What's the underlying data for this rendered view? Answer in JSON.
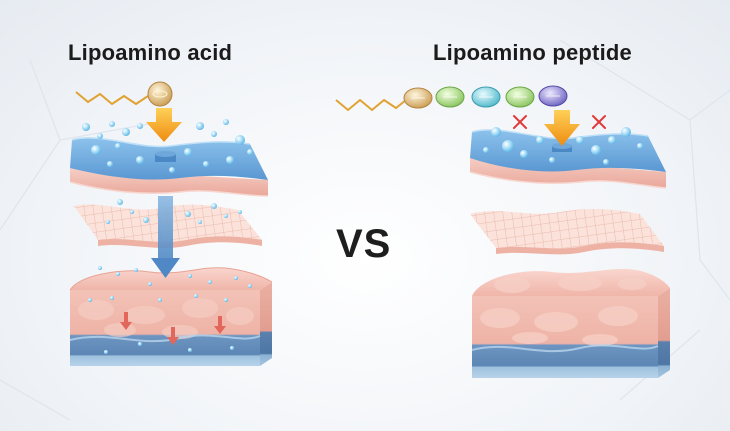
{
  "left_panel": {
    "title": "Lipoamino acid"
  },
  "right_panel": {
    "title": "Lipoamino peptide"
  },
  "separator": {
    "text": "VS"
  },
  "colors": {
    "background": "#f3f5f9",
    "epidermis_top": "#5f9fd6",
    "epidermis_pink": "#f2b9ae",
    "dermis_pink": "#f1b7ab",
    "base_blue": "#5f8fbf",
    "arrow_gold": "#f0a21a",
    "reject_mark": "#e23a3a",
    "droplet": "#8fd0f0"
  },
  "icons": {
    "arrow": "down-arrow-icon",
    "reject": "cross-mark-icon",
    "chain": "lipid-tail-icon",
    "molecule": "amino-acid-bead-icon"
  }
}
